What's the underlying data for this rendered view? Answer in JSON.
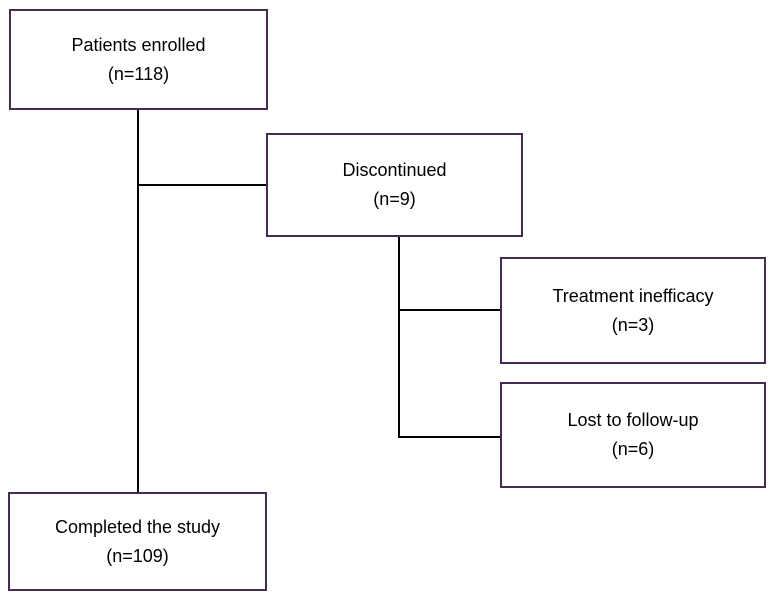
{
  "diagram": {
    "type": "flowchart",
    "description": "Patient disposition flow diagram",
    "background_color": "#ffffff",
    "box_border_color": "#452d52",
    "connector_color": "#000000",
    "text_color": "#000000",
    "nodes": [
      {
        "id": "enrolled",
        "label": "Patients enrolled",
        "count": "(n=118)"
      },
      {
        "id": "discontinued",
        "label": "Discontinued",
        "count": "(n=9)"
      },
      {
        "id": "inefficacy",
        "label": "Treatment inefficacy",
        "count": "(n=3)"
      },
      {
        "id": "lost",
        "label": "Lost to follow-up",
        "count": "(n=6)"
      },
      {
        "id": "completed",
        "label": "Completed the study",
        "count": "(n=109)"
      }
    ],
    "edges": [
      {
        "from": "enrolled",
        "to": "completed",
        "via": "vertical trunk"
      },
      {
        "from": "enrolled",
        "to": "discontinued"
      },
      {
        "from": "discontinued",
        "to": "inefficacy"
      },
      {
        "from": "discontinued",
        "to": "lost"
      }
    ]
  }
}
